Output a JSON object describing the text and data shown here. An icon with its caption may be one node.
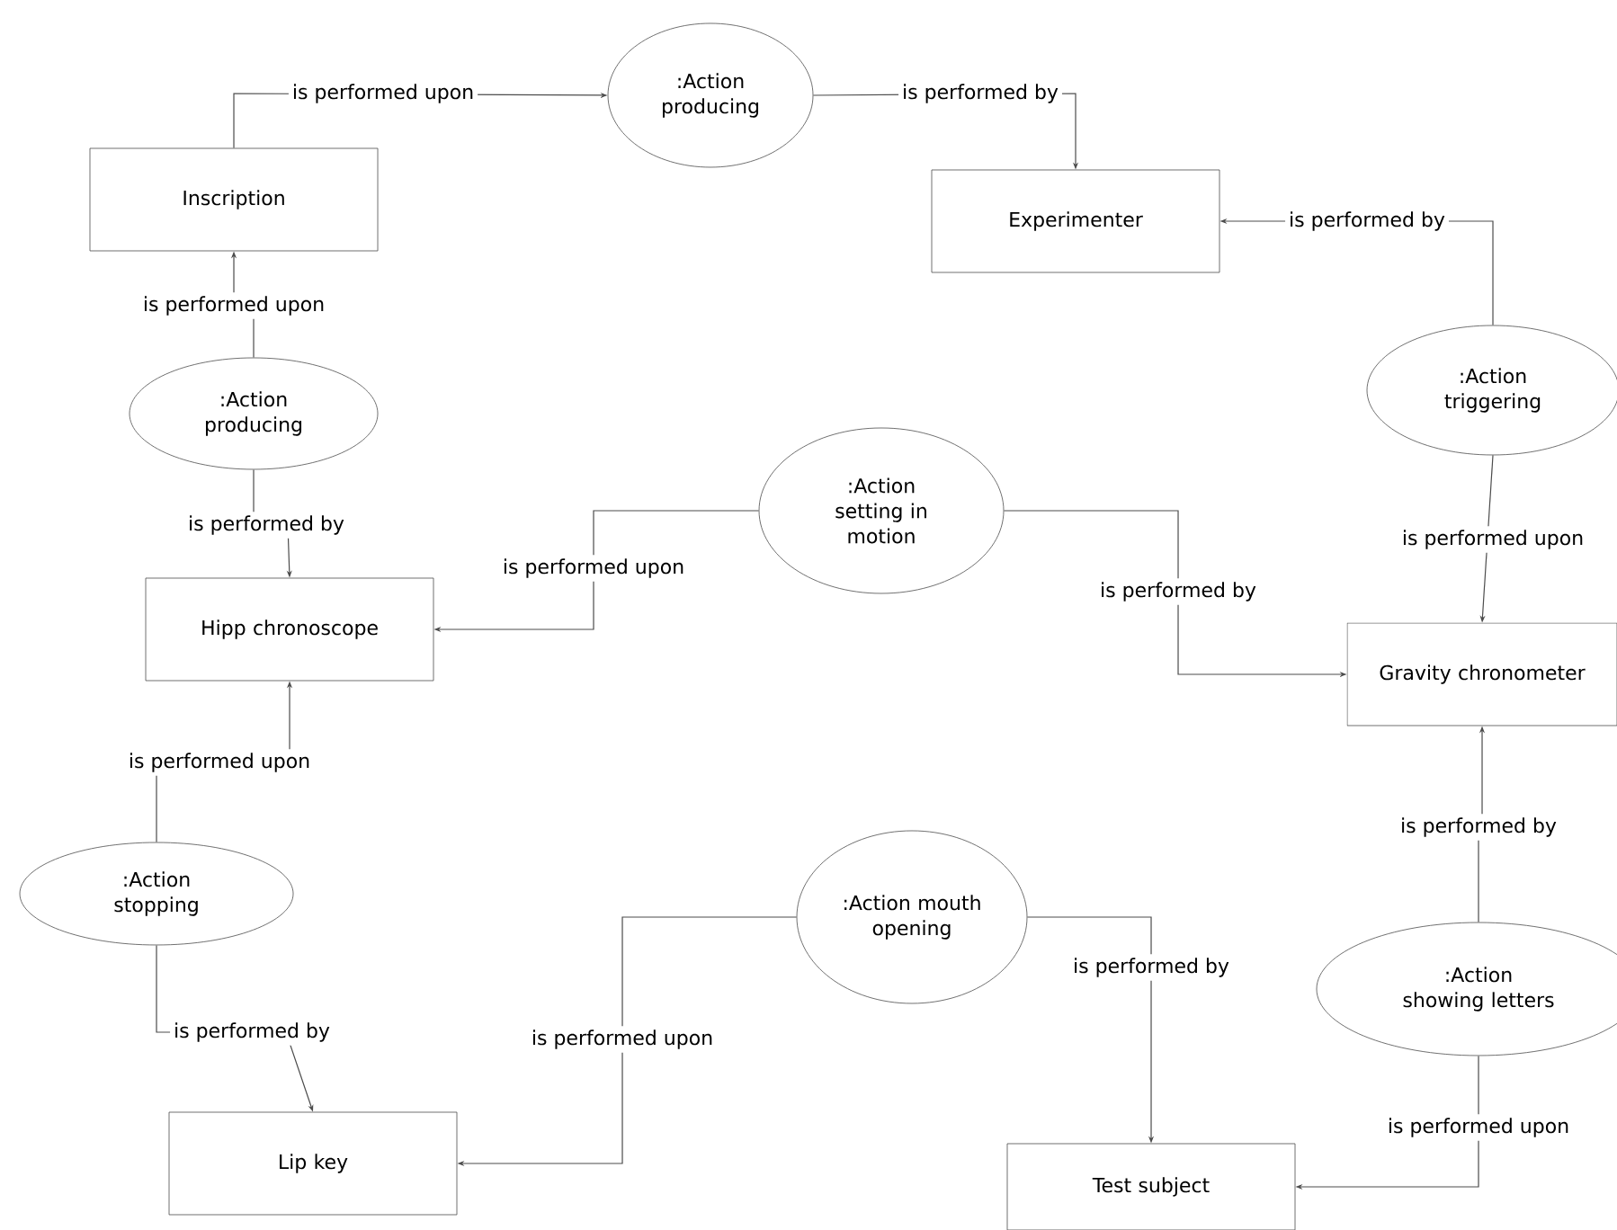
{
  "diagram": {
    "nodes": [
      {
        "text": [
          "Inscription"
        ]
      },
      {
        "text": [
          ":Action producing"
        ]
      },
      {
        "text": [
          "Experimenter"
        ]
      },
      {
        "text": [
          ":Action producing"
        ]
      },
      {
        "text": [
          ":Action triggering"
        ]
      },
      {
        "text": [
          ":Action setting in motion"
        ]
      },
      {
        "text": [
          "Hipp chronoscope"
        ]
      },
      {
        "text": [
          "Gravity chronometer"
        ]
      },
      {
        "text": [
          ":Action stopping"
        ]
      },
      {
        "text": [
          ":Action mouth opening"
        ]
      },
      {
        "text": [
          ":Action showing letters"
        ]
      },
      {
        "text": [
          "Lip key"
        ]
      },
      {
        "text": [
          "Test subject"
        ]
      }
    ],
    "edges": [
      {
        "from": 0,
        "to": 1,
        "arrow": "to",
        "label": "is performed upon"
      },
      {
        "from": 1,
        "to": 2,
        "arrow": "to",
        "label": "is performed by"
      },
      {
        "from": 4,
        "to": 2,
        "arrow": "to",
        "label": "is performed by"
      },
      {
        "from": 3,
        "to": 0,
        "arrow": "to",
        "label": "is performed upon"
      },
      {
        "from": 3,
        "to": 6,
        "arrow": "to",
        "label": "is performed by"
      },
      {
        "from": 5,
        "to": 6,
        "arrow": "to",
        "label": "is performed upon"
      },
      {
        "from": 5,
        "to": 7,
        "arrow": "to",
        "label": "is performed by"
      },
      {
        "from": 4,
        "to": 7,
        "arrow": "to",
        "label": "is performed upon"
      },
      {
        "from": 8,
        "to": 6,
        "arrow": "to",
        "label": "is performed upon"
      },
      {
        "from": 8,
        "to": 11,
        "arrow": "to",
        "label": "is performed by"
      },
      {
        "from": 9,
        "to": 11,
        "arrow": "to",
        "label": "is performed upon"
      },
      {
        "from": 9,
        "to": 12,
        "arrow": "to",
        "label": "is performed by"
      },
      {
        "from": 10,
        "to": 7,
        "arrow": "to",
        "label": "is performed by"
      },
      {
        "from": 10,
        "to": 12,
        "arrow": "to",
        "label": "is performed upon"
      }
    ]
  }
}
